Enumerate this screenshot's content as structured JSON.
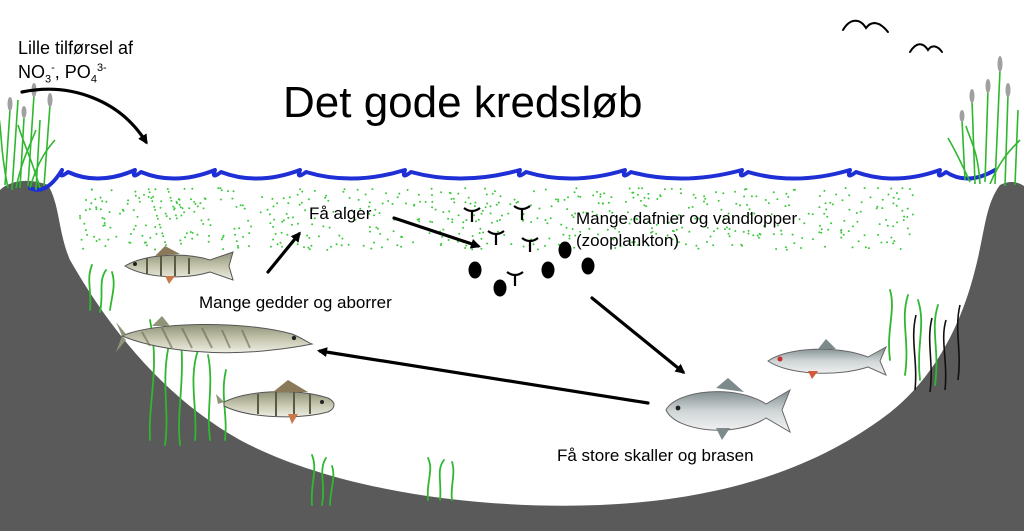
{
  "diagram": {
    "title": "Det gode kredsløb",
    "input_label": {
      "line1": "Lille tilførsel af",
      "no3": "NO",
      "no3_sub": "3",
      "no3_sup": "-",
      "sep": ", PO",
      "po4_sub": "4",
      "po4_sup": "3-"
    },
    "nodes": {
      "algae": "Få alger",
      "zooplankton_line1": "Mange dafnier og vandlopper",
      "zooplankton_line2": "(zooplankton)",
      "predators": "Mange gedder og aborrer",
      "roach_bream": "Få store skaller og brasen"
    },
    "colors": {
      "water_line": "#1f2fd6",
      "shore": "#5a5a5a",
      "algae_dots": "#3cc83c",
      "plants": "#2fb82f",
      "arrow": "#000000"
    },
    "icons": [
      "bird-icon",
      "reed-icon",
      "waterweed-icon",
      "zooplankton-icon",
      "perch-icon",
      "pike-icon",
      "roach-icon",
      "bream-icon"
    ]
  }
}
